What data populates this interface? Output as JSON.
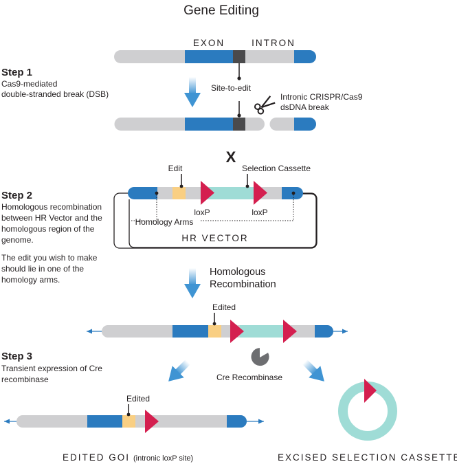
{
  "title": "Gene Editing",
  "colors": {
    "chromosome": "#cfcfd1",
    "exon": "#2b7bbf",
    "site": "#4a4a4c",
    "edit": "#f9cf83",
    "cassette": "#9fdcd6",
    "loxp": "#d41f4f",
    "arrow": "#3f94d3",
    "cre": "#6d6e71"
  },
  "icons": {
    "scissors": "scissors-icon",
    "cre_recombinase": "pacman-enzyme-icon",
    "process_arrow": "gradient-down-arrow-icon"
  },
  "top": {
    "exon_label": "EXON",
    "intron_label": "INTRON",
    "site_label": "Site-to-edit",
    "break_label_1": "Intronic CRISPR/Cas9",
    "break_label_2": "dsDNA break",
    "x_label": "X"
  },
  "step1": {
    "heading": "Step 1",
    "line1": "Cas9-mediated",
    "line2": "double-stranded break (DSB)"
  },
  "step2": {
    "heading": "Step 2",
    "line1": "Homologous recombination",
    "line2": "between HR Vector and the",
    "line3": "homologous region of the",
    "line4": "genome.",
    "note1": "The edit you wish to make",
    "note2": "should lie in one of the",
    "note3": "homology arms."
  },
  "vector": {
    "edit_label": "Edit",
    "cassette_label": "Selection Cassette",
    "loxp_left": "loxP",
    "loxp_right": "loxP",
    "arms_label": "Homology Arms",
    "vector_label": "HR VECTOR"
  },
  "recombination": {
    "line1": "Homologous",
    "line2": "Recombination",
    "edited_label": "Edited"
  },
  "step3": {
    "heading": "Step 3",
    "line1": "Transient expression of Cre",
    "line2": "recombinase",
    "cre_label": "Cre Recombinase"
  },
  "bottom": {
    "edited_label": "Edited",
    "goi_label": "EDITED GOI",
    "goi_note": "(intronic loxP site)",
    "excised_label": "EXCISED SELECTION CASSETTE"
  }
}
